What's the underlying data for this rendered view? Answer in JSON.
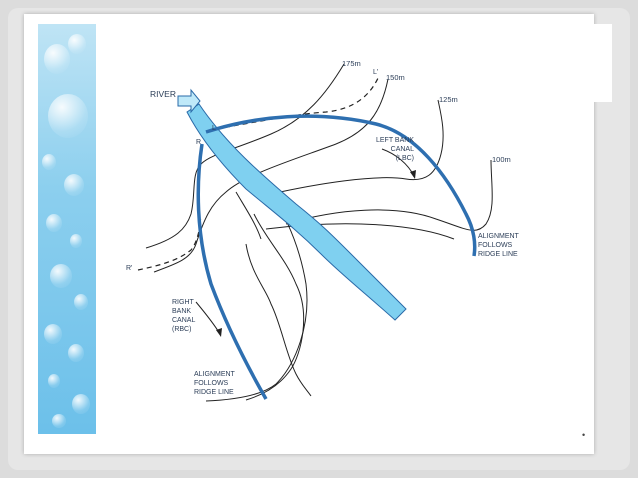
{
  "diagram": {
    "labels": {
      "river": "RIVER",
      "r_top": "R",
      "l_top": "L",
      "l_prime": "L'",
      "r_prime": "R'",
      "left_bank_canal": [
        "LEFT BANK",
        "CANAL",
        "(LBC)"
      ],
      "right_bank_canal": [
        "RIGHT",
        "BANK",
        "CANAL",
        "(RBC)"
      ],
      "alignment_right": [
        "ALIGNMENT",
        "FOLLOWS",
        "RIDGE LINE"
      ],
      "alignment_left": [
        "ALIGNMENT",
        "FOLLOWS",
        "RIDGE LINE"
      ]
    },
    "contours": [
      {
        "label": "175m"
      },
      {
        "label": "150m"
      },
      {
        "label": "125m"
      },
      {
        "label": "100m"
      }
    ],
    "colors": {
      "river_fill": "#7fd0f0",
      "river_edge": "#2a6aa8",
      "canal": "#2e6fb0",
      "contour": "#222222"
    }
  },
  "footer": {
    "mark": "•"
  }
}
